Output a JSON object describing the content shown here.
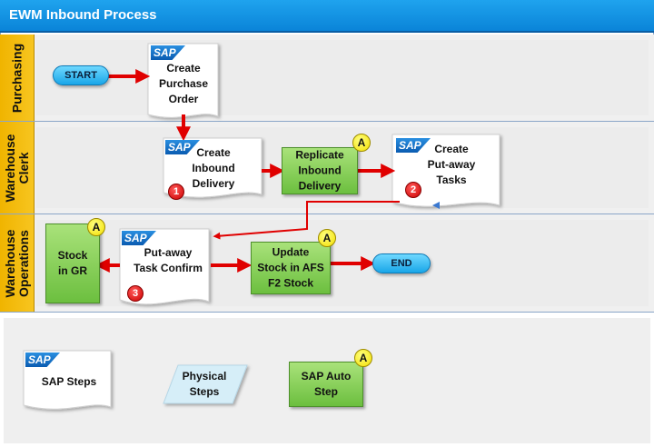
{
  "title": "EWM Inbound Process",
  "lanes": [
    {
      "label_line1": "Purchasing",
      "label_line2": ""
    },
    {
      "label_line1": "Warehouse",
      "label_line2": "Clerk"
    },
    {
      "label_line1": "Warehouse",
      "label_line2": "Operations"
    }
  ],
  "sap_logo_text": "SAP",
  "badge_auto": "A",
  "nodes": {
    "start": "START",
    "create_po": {
      "line1": "Create",
      "line2": "Purchase",
      "line3": "Order"
    },
    "create_inbound": {
      "line1": "Create",
      "line2": "Inbound",
      "line3": "Delivery",
      "badge": "1"
    },
    "replicate": {
      "line1": "Replicate",
      "line2": "Inbound",
      "line3": "Delivery"
    },
    "create_putaway": {
      "line1": "Create",
      "line2": "Put-away",
      "line3": "Tasks",
      "badge": "2"
    },
    "putaway_confirm": {
      "line1": "Put-away",
      "line2": "Task Confirm",
      "badge": "3"
    },
    "stock_gr": {
      "line1": "Stock",
      "line2": "in GR"
    },
    "update_stock": {
      "line1": "Update",
      "line2": "Stock in AFS",
      "line3": "F2 Stock"
    },
    "end": "END"
  },
  "legend": {
    "sap_steps": "SAP Steps",
    "physical": {
      "line1": "Physical",
      "line2": "Steps"
    },
    "auto": {
      "line1": "SAP Auto",
      "line2": "Step"
    }
  },
  "colors": {
    "title_bar": "#0a84d8",
    "lane_label": "#f0b400",
    "process": "#6cbf3f",
    "terminator": "#19a6e8",
    "arrow": "#e00000",
    "physical": "#d6eef8"
  }
}
